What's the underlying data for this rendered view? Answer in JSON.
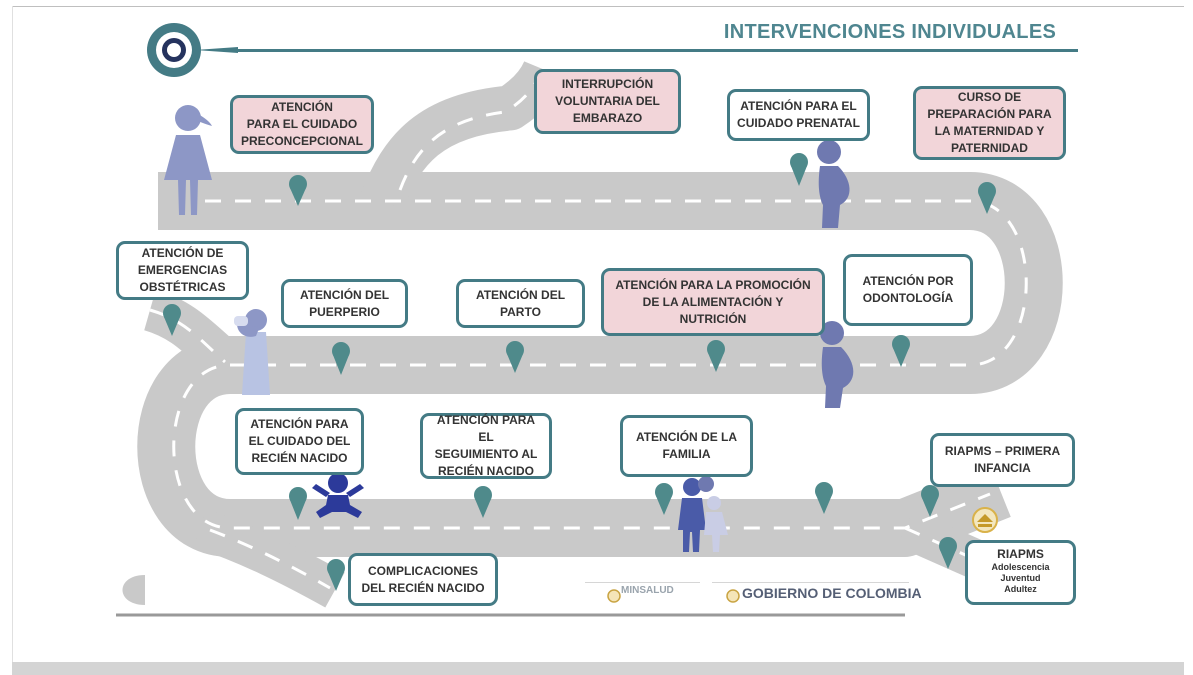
{
  "title": "INTERVENCIONES INDIVIDUALES",
  "colors": {
    "accent": "#447b85",
    "road": "#c9c9c9",
    "pin": "#4f8a8b",
    "figure": "#8d97c6",
    "pink_box": "#f2d5d9",
    "baby": "#2c3a9a"
  },
  "boxes": {
    "preconcepcional": "ATENCIÓN\nPARA EL CUIDADO\nPRECONCEPCIONAL",
    "interrupcion": "INTERRUPCIÓN\nVOLUNTARIA DEL\nEMBARAZO",
    "prenatal": "ATENCIÓN PARA EL\nCUIDADO PRENATAL",
    "curso": "CURSO DE\nPREPARACIÓN PARA\nLA MATERNIDAD Y\nPATERNIDAD",
    "emergencias": "ATENCIÓN DE\nEMERGENCIAS\nOBSTÉTRICAS",
    "puerperio": "ATENCIÓN DEL\nPUERPERIO",
    "parto": "ATENCIÓN DEL\nPARTO",
    "alimentacion": "ATENCIÓN PARA LA PROMOCIÓN\nDE LA ALIMENTACIÓN Y\nNUTRICIÓN",
    "odontologia": "ATENCIÓN POR\nODONTOLOGÍA",
    "recien_nacido": "ATENCIÓN PARA\nEL CUIDADO DEL\nRECIÉN NACIDO",
    "seguimiento": "ATENCIÓN PARA EL\nSEGUIMIENTO AL\nRECIÉN NACIDO",
    "familia": "ATENCIÓN DE LA\nFAMILIA",
    "riapms_primera": "RIAPMS – PRIMERA\nINFANCIA",
    "complicaciones": "COMPLICACIONES\nDEL RECIÉN NACIDO"
  },
  "riapms": {
    "title": "RIAPMS",
    "items": [
      "Adolescencia",
      "Juventud",
      "Adultez"
    ]
  },
  "logos": {
    "minsalud": "MINSALUD",
    "gobierno": "GOBIERNO DE COLOMBIA"
  }
}
